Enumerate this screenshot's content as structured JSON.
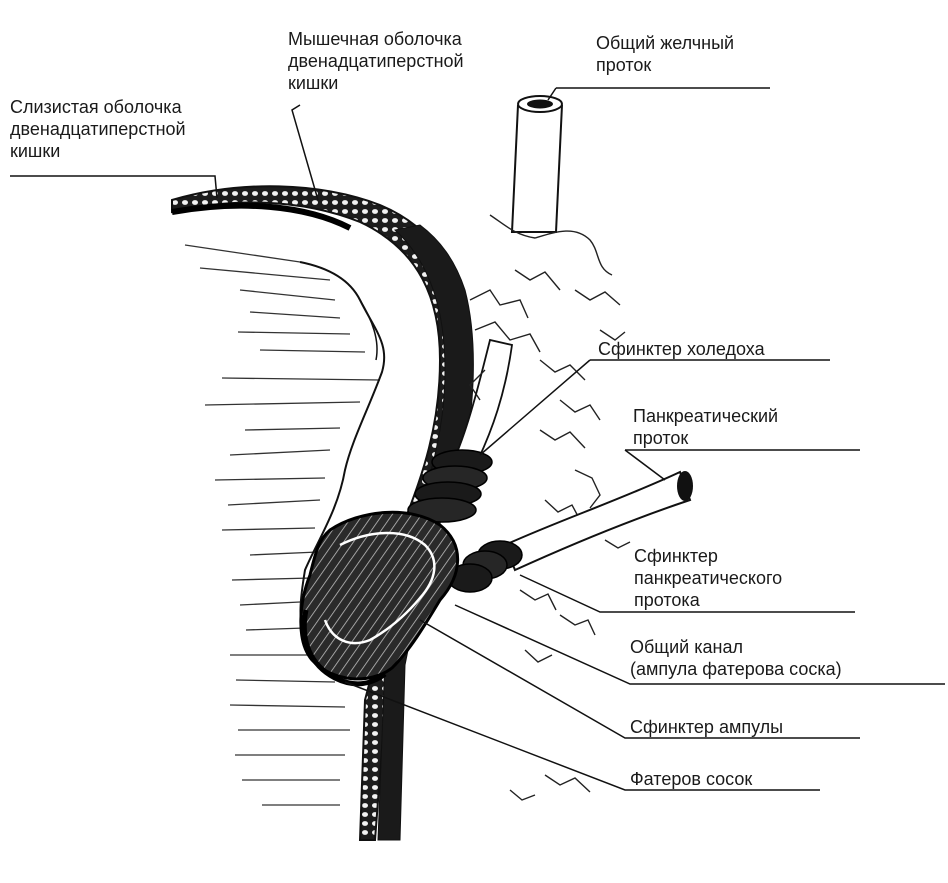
{
  "labels": {
    "mucosa": [
      "Слизистая оболочка",
      "двенадцатиперстной",
      "кишки"
    ],
    "muscular": [
      "Мышечная оболочка",
      "двенадцатиперстной",
      "кишки"
    ],
    "bile_duct": [
      "Общий желчный",
      "проток"
    ],
    "choledoch_sphincter": [
      "Сфинктер холедоха"
    ],
    "pancreatic_duct": [
      "Панкреатический",
      "проток"
    ],
    "pancreatic_sphincter": [
      "Сфинктер",
      "панкреатического",
      "протока"
    ],
    "common_channel": [
      "Общий канал",
      "(ампула фатерова соска)"
    ],
    "ampulla_sphincter": [
      "Сфинктер ампулы"
    ],
    "vater_papilla": [
      "Фатеров сосок"
    ]
  }
}
